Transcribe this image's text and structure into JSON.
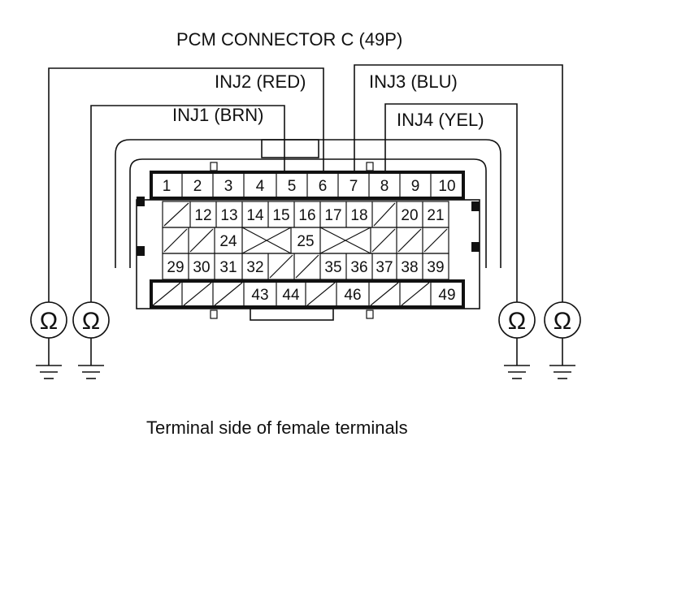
{
  "title": "PCM CONNECTOR C (49P)",
  "caption": "Terminal side of female terminals",
  "injectors": [
    {
      "id": "inj1",
      "label": "INJ1 (BRN)",
      "pin": "5"
    },
    {
      "id": "inj2",
      "label": "INJ2 (RED)",
      "pin": "6"
    },
    {
      "id": "inj3",
      "label": "INJ3 (BLU)",
      "pin": "7"
    },
    {
      "id": "inj4",
      "label": "INJ4 (YEL)",
      "pin": "8"
    }
  ],
  "meter_symbol": "Ω",
  "rows": [
    [
      "1",
      "2",
      "3",
      "4",
      "5",
      "6",
      "7",
      "8",
      "9",
      "10"
    ],
    [
      "/",
      "12",
      "13",
      "14",
      "15",
      "16",
      "17",
      "18",
      "/",
      "20",
      "21"
    ],
    [
      "/",
      "/",
      "24",
      "X",
      "25",
      "X",
      "/",
      "/",
      "/"
    ],
    [
      "29",
      "30",
      "31",
      "32",
      "/",
      "/",
      "35",
      "36",
      "37",
      "38",
      "39"
    ],
    [
      "/",
      "/",
      "/",
      "43",
      "44",
      "/",
      "46",
      "/",
      "/",
      "49"
    ]
  ]
}
